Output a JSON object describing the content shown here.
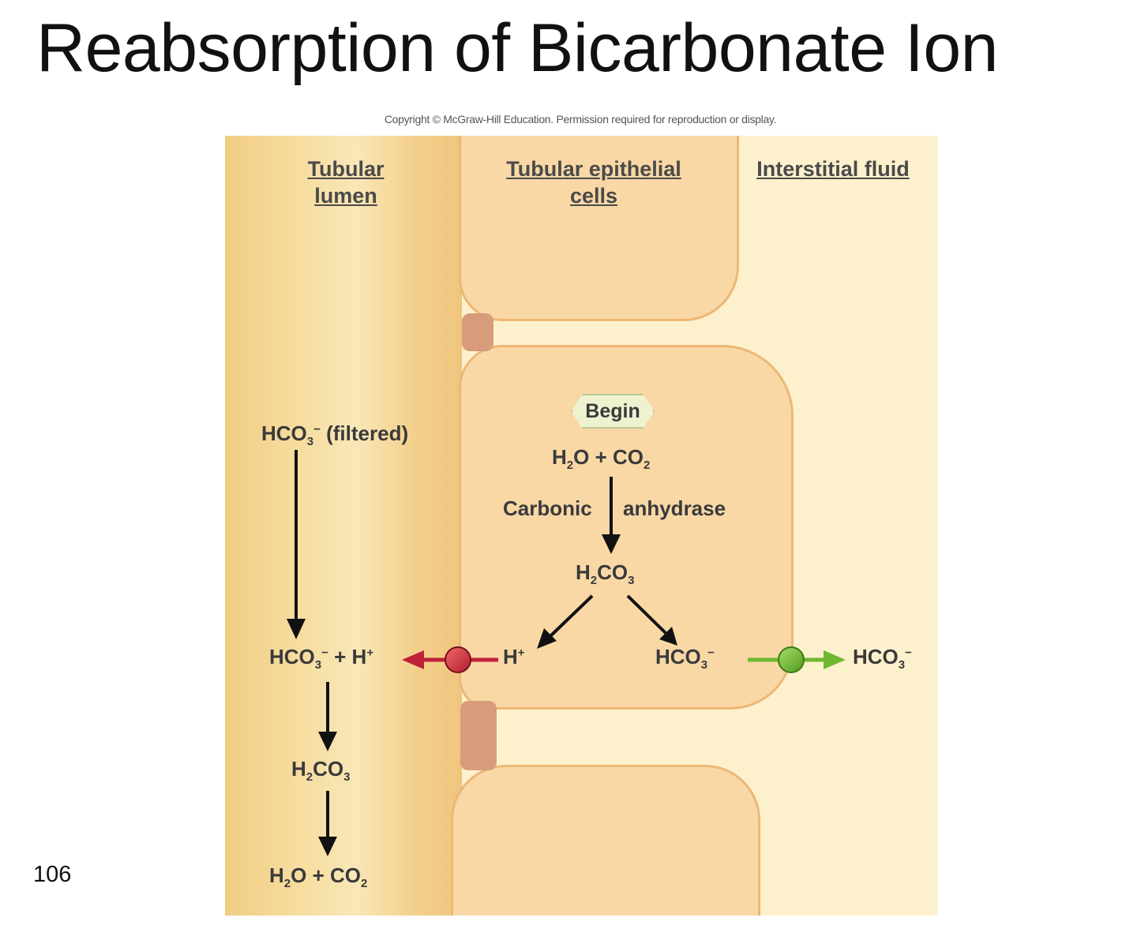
{
  "slide": {
    "title": "Reabsorption of Bicarbonate Ion",
    "page_number": "106"
  },
  "figure": {
    "copyright": "Copyright © McGraw-Hill Education. Permission required for reproduction or display.",
    "headers": {
      "lumen": [
        "Tubular",
        "lumen"
      ],
      "cells": [
        "Tubular epithelial",
        "cells"
      ],
      "interstitial": "Interstitial fluid"
    },
    "begin_label": "Begin",
    "enzyme": {
      "left": "Carbonic",
      "right": "anhydrase"
    },
    "colors": {
      "secretion_arrow": "#c0203a",
      "reabsorption_arrow": "#6fb830",
      "lumen": "#f4d08c",
      "cell": "#f9d8a6",
      "interstitial": "#fdf1cd"
    }
  }
}
